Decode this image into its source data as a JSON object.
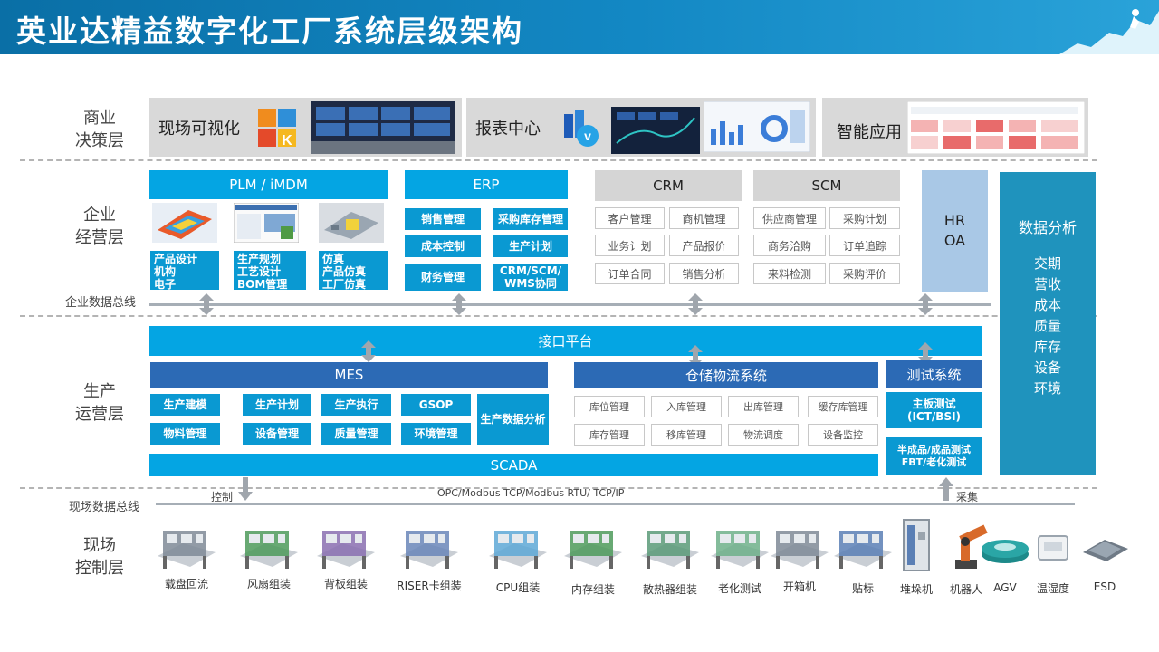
{
  "title": "英业达精益数字化工厂系统层级架构",
  "layers": {
    "decision": [
      "商业",
      "决策层"
    ],
    "business": [
      "企业",
      "经营层"
    ],
    "production": [
      "生产",
      "运营层"
    ],
    "field": [
      "现场",
      "控制层"
    ]
  },
  "decision": {
    "visual": "现场可视化",
    "report": "报表中心",
    "smart": "智能应用",
    "report_logo_letter": "v",
    "visual_logo_letter": "K"
  },
  "business": {
    "plm": {
      "title": "PLM / iMDM",
      "boxes": [
        {
          "head": "产品设计",
          "items": [
            "机构",
            "电子"
          ]
        },
        {
          "head": "生产规划",
          "items": [
            "工艺设计",
            "BOM管理"
          ]
        },
        {
          "head": "仿真",
          "items": [
            "产品仿真",
            "工厂仿真"
          ]
        }
      ]
    },
    "erp": {
      "title": "ERP",
      "items": [
        "销售管理",
        "采购库存管理",
        "成本控制",
        "生产计划",
        "财务管理",
        "CRM/SCM/\nWMS协同"
      ]
    },
    "crm": {
      "title": "CRM",
      "items": [
        "客户管理",
        "商机管理",
        "业务计划",
        "产品报价",
        "订单合同",
        "销售分析"
      ]
    },
    "scm": {
      "title": "SCM",
      "items": [
        "供应商管理",
        "采购计划",
        "商务洽购",
        "订单追踪",
        "来料检测",
        "采购评价"
      ]
    },
    "hr": [
      "HR",
      "OA"
    ],
    "bus_label": "企业数据总线"
  },
  "analysis": {
    "title": "数据分析",
    "items": [
      "交期",
      "营收",
      "成本",
      "质量",
      "库存",
      "设备",
      "环境"
    ]
  },
  "production": {
    "interface": "接口平台",
    "mes": {
      "title": "MES",
      "items": [
        "生产建模",
        "生产计划",
        "生产执行",
        "GSOP",
        "物料管理",
        "设备管理",
        "质量管理",
        "环境管理"
      ],
      "analysis": "生产数据分析"
    },
    "wms": {
      "title": "仓储物流系统",
      "items": [
        "库位管理",
        "入库管理",
        "出库管理",
        "缓存库管理",
        "库存管理",
        "移库管理",
        "物流调度",
        "设备监控"
      ]
    },
    "test": {
      "title": "测试系统",
      "items": [
        "主板测试\n(ICT/BSI)",
        "半成品/成品测试\nFBT/老化测试"
      ]
    },
    "scada": "SCADA"
  },
  "field_bus": {
    "label": "现场数据总线",
    "protocol": "OPC/Modbus TCP/Modbus RTU/ TCP/IP",
    "control": "控制",
    "collect": "采集"
  },
  "machines": [
    "载盘回流",
    "风扇组装",
    "背板组装",
    "RISER卡组装",
    "CPU组装",
    "内存组装",
    "散热器组装",
    "老化测试",
    "开箱机",
    "贴标",
    "堆垛机",
    "机器人",
    "AGV",
    "温湿度",
    "ESD"
  ],
  "colors": {
    "header": "#1388c4",
    "teal": "#0a99d2",
    "blue_head": "#04a5e3",
    "navy_head": "#2c6ab5",
    "analysis": "#1f93bd",
    "hr": "#a9c8e6"
  }
}
